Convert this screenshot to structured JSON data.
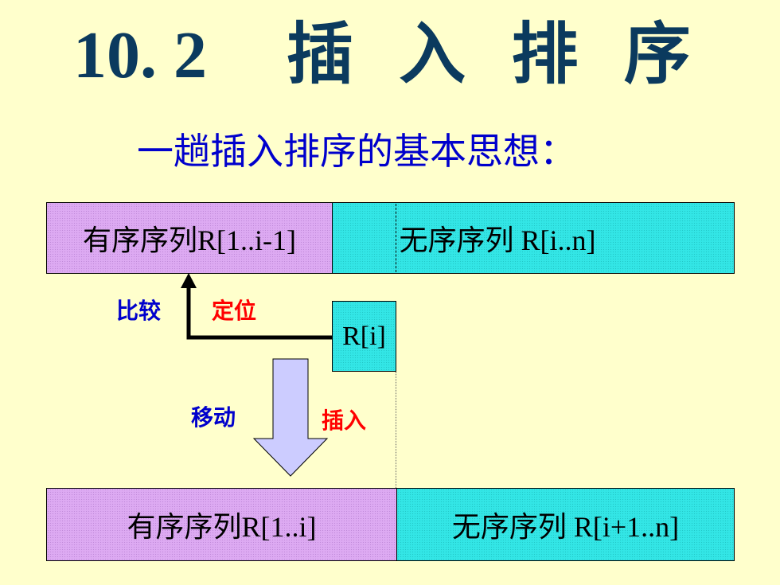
{
  "title": {
    "number": "10. 2",
    "text": "插 入 排 序"
  },
  "subtitle": "一趟插入排序的基本思想：",
  "top_row": {
    "sorted": "有序序列R[1..i-1]",
    "unsorted": "无序序列 R[i..n]"
  },
  "current_element": "R[i]",
  "labels": {
    "compare": "比较",
    "locate": "定位",
    "move": "移动",
    "insert": "插入"
  },
  "bottom_row": {
    "sorted": "有序序列R[1..i]",
    "unsorted": "无序序列 R[i+1..n]"
  },
  "colors": {
    "background": "#ffffcc",
    "title": "#0b3a5e",
    "subtitle": "#0000cc",
    "sorted_fill": "#ddaaf2",
    "unsorted_fill": "#33e6e6",
    "blue_label": "#0000cc",
    "red_label": "#ff0000",
    "down_arrow_fill": "#ccccff"
  }
}
